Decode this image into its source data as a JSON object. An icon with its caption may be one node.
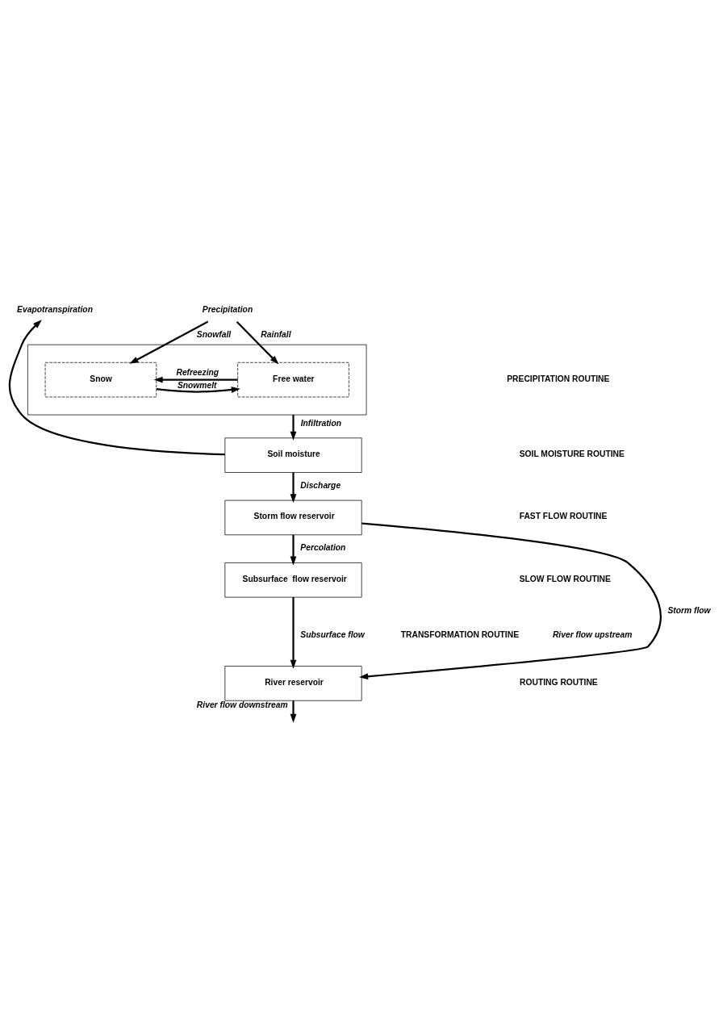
{
  "diagram": {
    "nodes": [
      {
        "text": [],
        "shape": "box"
      },
      {
        "text": [
          "Snow"
        ],
        "in": 0
      },
      {
        "text": [
          "Free water"
        ],
        "in": 0
      },
      {
        "text": [
          "Soil moisture"
        ]
      },
      {
        "text": [
          "Storm flow reservoir"
        ]
      },
      {
        "text": [
          "Subsurface  flow reservoir"
        ]
      },
      {
        "text": [
          "River reservoir"
        ]
      },
      {
        "text": [
          "Precipitation"
        ]
      },
      {
        "text": [
          "Evapotranspiration"
        ]
      }
    ],
    "edges": [
      {
        "from": 7,
        "to": 1,
        "arrow": "to",
        "label": "Snowfall"
      },
      {
        "from": 7,
        "to": 2,
        "arrow": "to",
        "label": "Rainfall"
      },
      {
        "from": 2,
        "to": 1,
        "arrow": "to",
        "label": "Refreezing"
      },
      {
        "from": 1,
        "to": 2,
        "arrow": "to",
        "label": "Snowmelt"
      },
      {
        "from": 0,
        "to": 3,
        "arrow": "to",
        "label": "Infiltration"
      },
      {
        "from": 3,
        "to": 8,
        "arrow": "to"
      },
      {
        "from": 3,
        "to": 4,
        "arrow": "to",
        "label": "Discharge"
      },
      {
        "from": 4,
        "to": 5,
        "arrow": "to",
        "label": "Percolation"
      },
      {
        "from": 4,
        "to": 6,
        "arrow": "to",
        "label": "Storm flow"
      },
      {
        "from": 5,
        "to": 6,
        "arrow": "to",
        "label": "Subsurface flow"
      },
      {
        "from": 6,
        "to": null,
        "arrow": "to",
        "label": "River flow downstream"
      }
    ],
    "labels": [
      "PRECIPITATION ROUTINE",
      "SOIL MOISTURE ROUTINE",
      "FAST FLOW ROUTINE",
      "SLOW FLOW ROUTINE",
      "TRANSFORMATION ROUTINE",
      "River flow upstream",
      "ROUTING ROUTINE"
    ]
  }
}
